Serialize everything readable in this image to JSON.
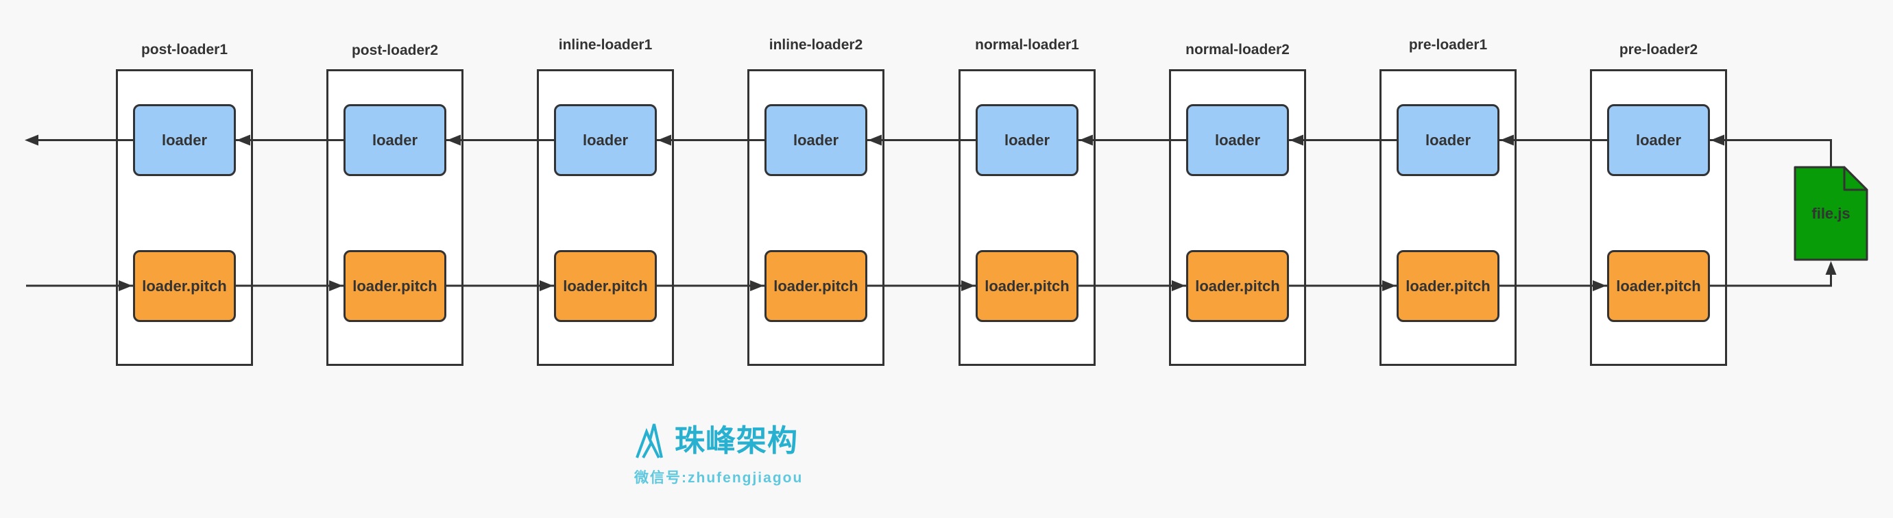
{
  "diagram": {
    "columns": [
      {
        "title": "post-loader1"
      },
      {
        "title": "post-loader2"
      },
      {
        "title": "inline-loader1"
      },
      {
        "title": "inline-loader2"
      },
      {
        "title": "normal-loader1"
      },
      {
        "title": "normal-loader2"
      },
      {
        "title": "pre-loader1"
      },
      {
        "title": "pre-loader2"
      }
    ],
    "loader_label": "loader",
    "pitch_label": "loader.pitch",
    "file_label": "file.js",
    "colors": {
      "background": "#f8f8f8",
      "container_fill": "#ffffff",
      "stroke": "#333333",
      "loader_fill": "#9dcbf7",
      "pitch_fill": "#f8a23b",
      "file_fill": "#089c08",
      "label_color": "#333333"
    }
  },
  "watermark": {
    "logo_icon": "mountain-peak-icon",
    "brand": "珠峰架构",
    "wechat": "微信号:zhufengjiagou",
    "brand_color": "#28b0d0",
    "wechat_color": "#5fc8de"
  }
}
